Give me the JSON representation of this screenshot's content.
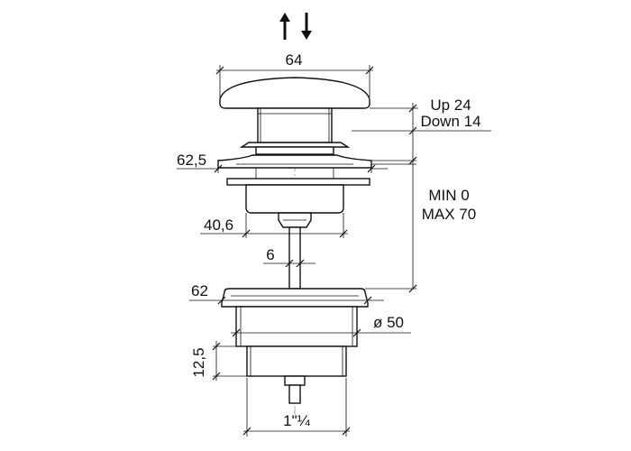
{
  "drawing": {
    "dimensions": {
      "cap_width": "64",
      "stroke_up": "Up 24",
      "stroke_down": "Down 14",
      "flange_width": "62,5",
      "body_width": "40,6",
      "rod_diameter": "6",
      "range_min": "MIN 0",
      "range_max": "MAX 70",
      "base_flange_width": "62",
      "body_diameter": "ø 50",
      "thread_length": "12,5",
      "thread_size": "1\"¼"
    },
    "icons": {
      "motion": "up-down-arrows-icon"
    }
  }
}
